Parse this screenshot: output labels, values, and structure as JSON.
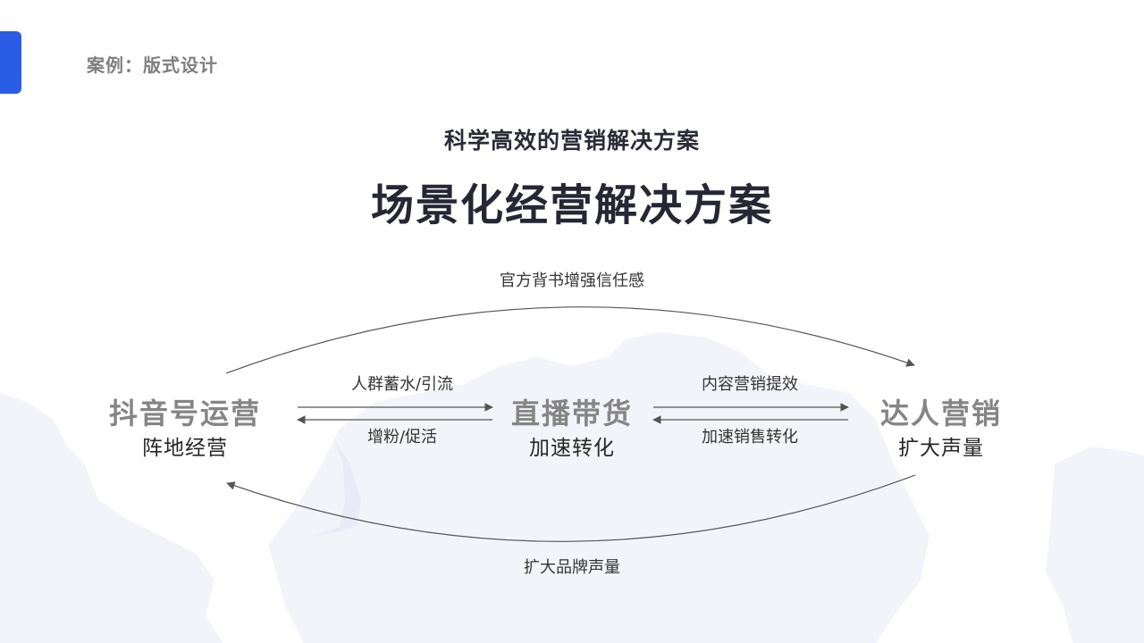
{
  "header": {
    "section_label": "案例：版式设计",
    "accent_color": "#2a5ce6"
  },
  "titles": {
    "subtitle": "科学高效的营销解决方案",
    "main": "场景化经营解决方案"
  },
  "nodes": [
    {
      "name": "抖音号运营",
      "sub": "阵地经营"
    },
    {
      "name": "直播带货",
      "sub": "加速转化"
    },
    {
      "name": "达人营销",
      "sub": "扩大声量"
    }
  ],
  "arrows": {
    "top_arc": "官方背书增强信任感",
    "bottom_arc": "扩大品牌声量",
    "left_forward": "人群蓄水/引流",
    "left_back": "增粉/促活",
    "right_forward": "内容营销提效",
    "right_back": "加速销售转化"
  },
  "colors": {
    "node_name": "#858585",
    "arrow": "#555555",
    "map": "#f1f3f9"
  }
}
